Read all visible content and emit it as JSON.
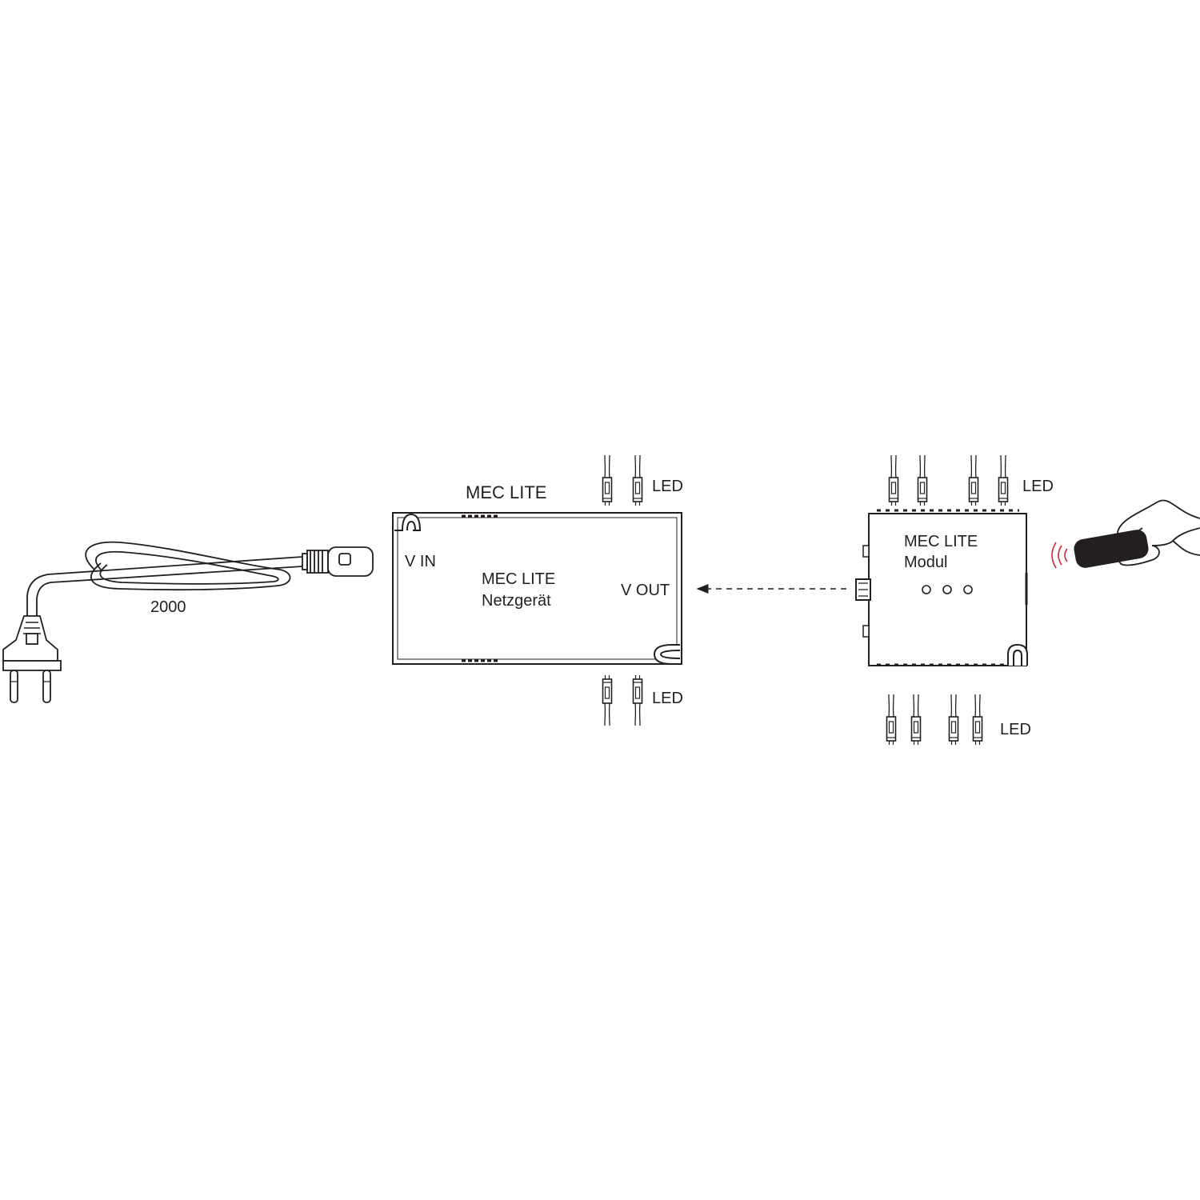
{
  "cable": {
    "length_label": "2000"
  },
  "power_supply": {
    "heading": "MEC LITE",
    "name_line1": "MEC LITE",
    "name_line2": "Netzgerät",
    "input_label": "V IN",
    "output_label": "V OUT"
  },
  "module": {
    "name_line1": "MEC LITE",
    "name_line2": "Modul"
  },
  "led_labels": {
    "psu_top": "LED",
    "psu_bottom": "LED",
    "module_top": "LED",
    "module_bottom": "LED"
  },
  "colors": {
    "line": "#231f20",
    "remote_body": "#231f20",
    "signal_waves": "#d8262e"
  },
  "icons": [
    "eu-plug-icon",
    "cable-loop-icon",
    "c7-connector-icon",
    "led-connector-icon",
    "hand-remote-icon",
    "signal-waves-icon"
  ]
}
